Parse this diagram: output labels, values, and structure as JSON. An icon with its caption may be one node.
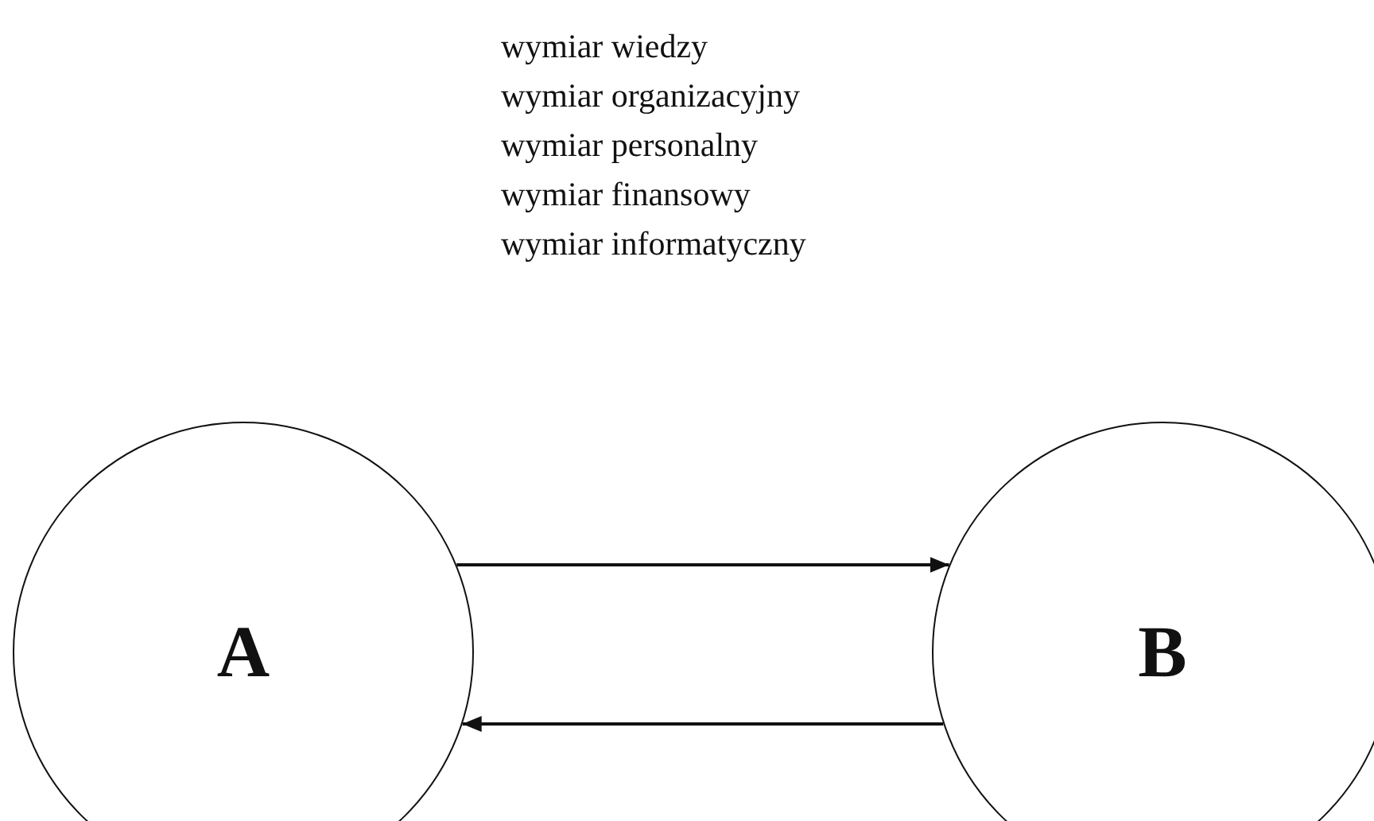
{
  "diagram": {
    "nodes": [
      {
        "text": [
          "A"
        ]
      },
      {
        "text": [
          "B"
        ]
      }
    ],
    "edges": [
      {
        "from": 0,
        "to": 1,
        "arrow": "to"
      },
      {
        "from": 1,
        "to": 0,
        "arrow": "to"
      }
    ],
    "labels": [
      "wymiar wiedzy",
      "wymiar organizacyjny",
      "wymiar personalny",
      "wymiar finansowy",
      "wymiar informatyczny"
    ]
  }
}
